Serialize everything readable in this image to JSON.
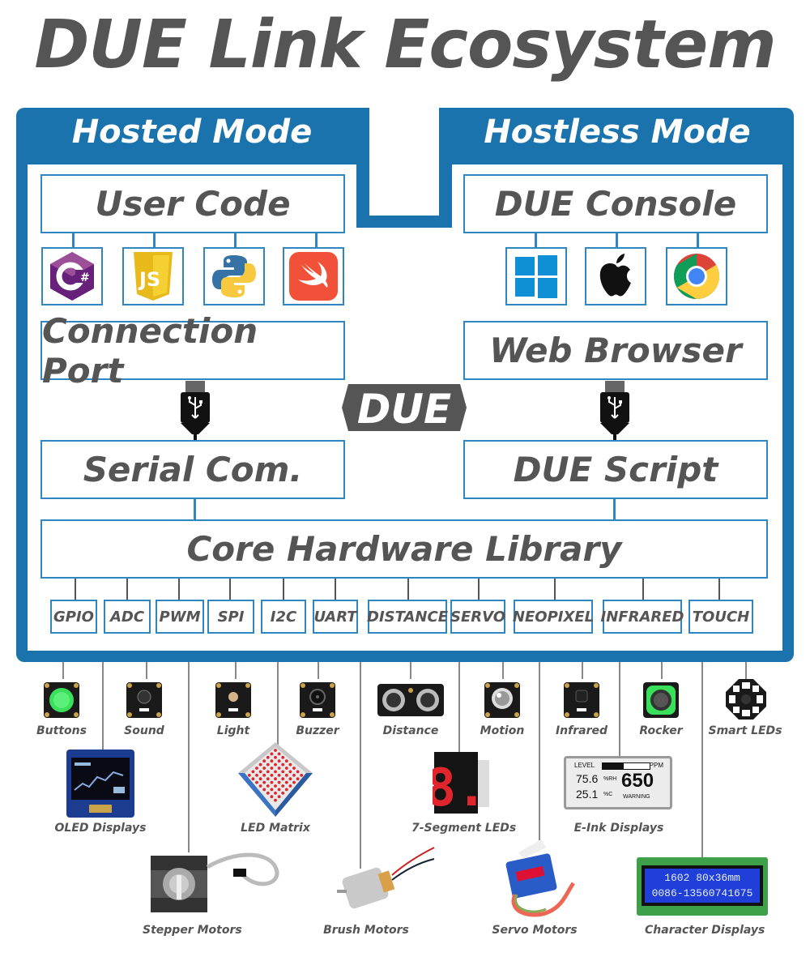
{
  "title": "DUE Link Ecosystem",
  "colors": {
    "frame": "#1a73ad",
    "border": "#2f86c0",
    "text": "#555555"
  },
  "hosted": {
    "title": "Hosted Mode",
    "user_code": "User Code",
    "languages": [
      "csharp-icon",
      "javascript-icon",
      "python-icon",
      "swift-icon"
    ],
    "connection_port": "Connection Port",
    "serial": "Serial Com."
  },
  "hostless": {
    "title": "Hostless Mode",
    "console": "DUE Console",
    "platforms": [
      "windows-icon",
      "apple-icon",
      "chrome-icon"
    ],
    "browser": "Web Browser",
    "script": "DUE Script"
  },
  "logo_text": "DUE",
  "core": "Core Hardware Library",
  "features": [
    "GPIO",
    "ADC",
    "PWM",
    "SPI",
    "I2C",
    "UART",
    "DISTANCE",
    "SERVO",
    "NEOPIXEL",
    "INFRARED",
    "TOUCH"
  ],
  "devices": {
    "buttons": "Buttons",
    "sound": "Sound",
    "light": "Light",
    "buzzer": "Buzzer",
    "distance": "Distance",
    "motion": "Motion",
    "infrared": "Infrared",
    "rocker": "Rocker",
    "smart_leds": "Smart LEDs",
    "oled": "OLED Displays",
    "led_matrix": "LED Matrix",
    "seven_segment": "7-Segment LEDs",
    "eink": "E-Ink Displays",
    "stepper": "Stepper Motors",
    "brush": "Brush Motors",
    "servo": "Servo Motors",
    "character": "Character Displays"
  },
  "eink_screen": {
    "level": "LEVEL",
    "ppm": "PPM",
    "humidity": "75.6",
    "humidity_unit": "%RH",
    "temp": "25.1",
    "temp_unit": "%C",
    "reading": "650",
    "warning": "WARNING"
  },
  "lcd_screen": {
    "line1": "1602 80x36mm",
    "line2": "0086-13560741675"
  },
  "seven_seg_digit": "8."
}
